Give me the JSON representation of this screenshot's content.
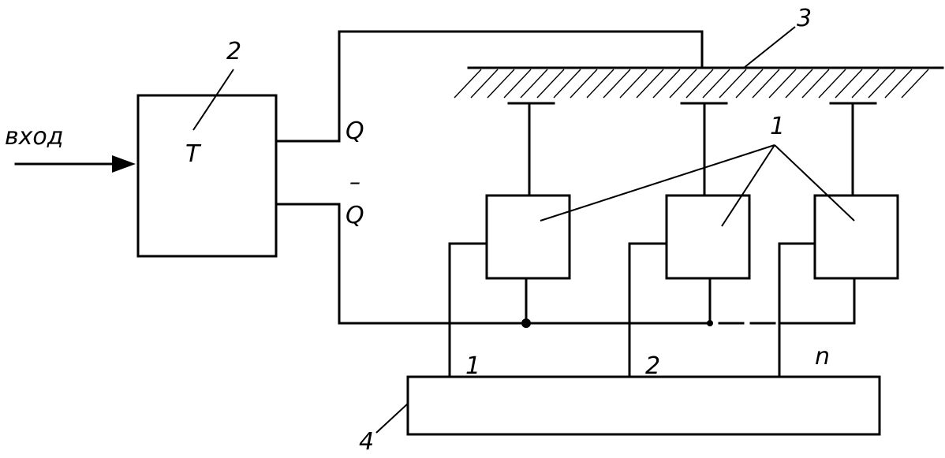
{
  "input_label": "вход",
  "trigger": {
    "number": "2",
    "symbol": "T"
  },
  "outputs": {
    "q": "Q",
    "q_bar_overline": "–",
    "q_bar": "Q"
  },
  "ground": {
    "number": "3"
  },
  "elements": {
    "number": "1"
  },
  "register": {
    "number": "4",
    "inputs": [
      "1",
      "2",
      "n"
    ]
  }
}
